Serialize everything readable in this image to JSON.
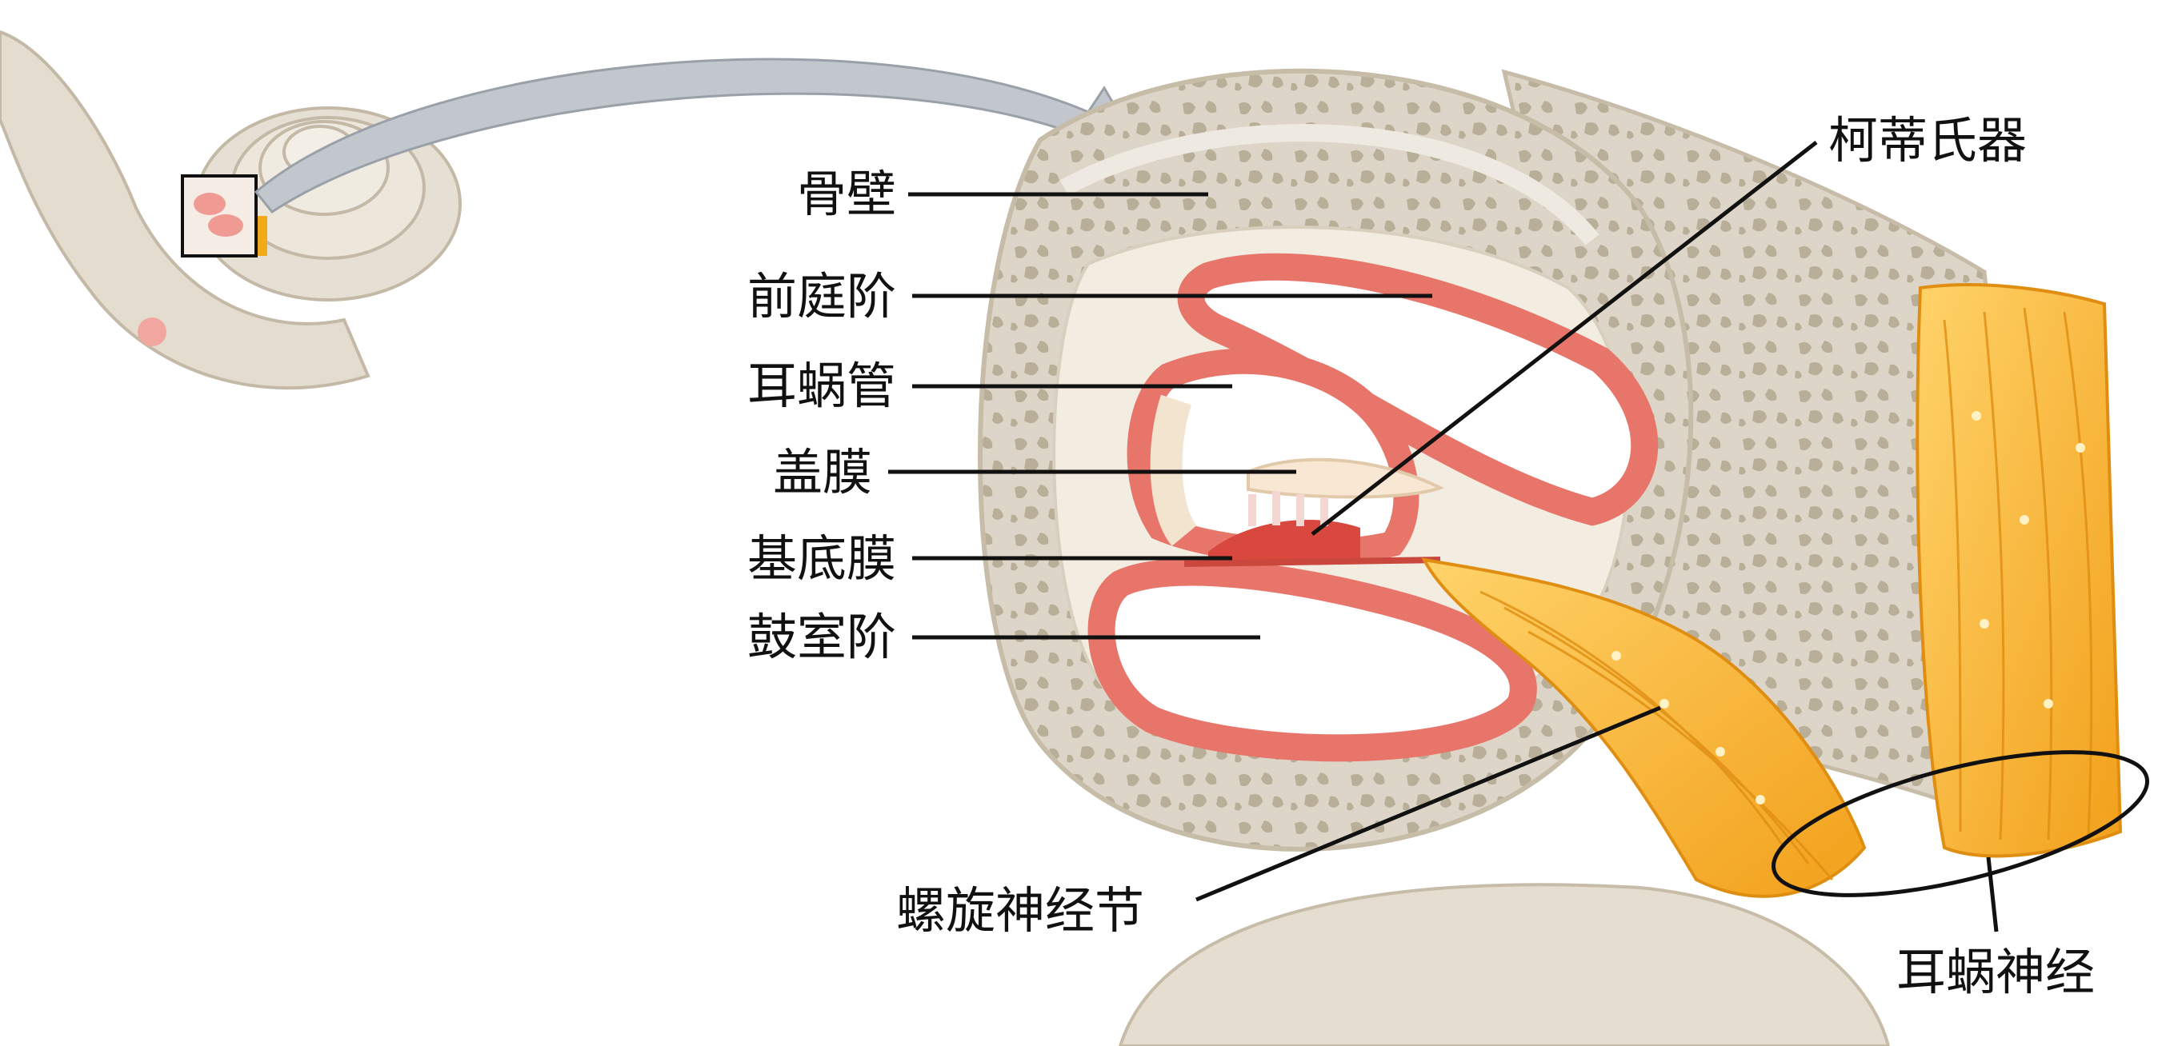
{
  "labels": {
    "bony_wall": "骨壁",
    "scala_vestibuli": "前庭阶",
    "cochlear_duct": "耳蜗管",
    "tectorial_membrane": "盖膜",
    "basilar_membrane": "基底膜",
    "scala_tympani": "鼓室阶",
    "organ_of_corti": "柯蒂氏器",
    "spiral_ganglion": "螺旋神经节",
    "cochlear_nerve": "耳蜗神经"
  },
  "colors": {
    "bone": "#d9d2c3",
    "bone_dark": "#c6bca8",
    "membrane": "#e8756a",
    "membrane_dark": "#c9473d",
    "duct_fill": "#f7e7d3",
    "nerve": "#f2a91a",
    "nerve_light": "#ffd36a",
    "arrow": "#b9bec6",
    "leader": "#111111"
  }
}
